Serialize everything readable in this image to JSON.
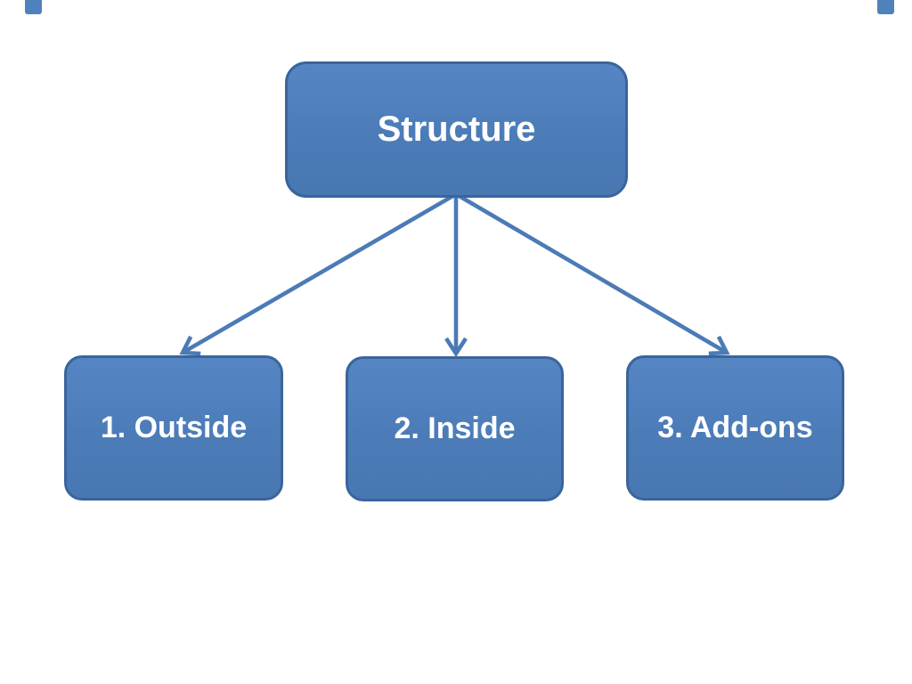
{
  "diagram": {
    "type": "tree",
    "root": {
      "label": "Structure"
    },
    "children": [
      {
        "label": "1. Outside"
      },
      {
        "label": "2. Inside"
      },
      {
        "label": "3. Add-ons"
      }
    ],
    "connections": [
      {
        "from": "Structure",
        "to": "1. Outside",
        "style": "arrow"
      },
      {
        "from": "Structure",
        "to": "2. Inside",
        "style": "arrow"
      },
      {
        "from": "Structure",
        "to": "3. Add-ons",
        "style": "arrow"
      }
    ],
    "colors": {
      "background": "#FFFFFF",
      "node_fill": "#4E7FBD",
      "node_border": "#3A659B",
      "arrow": "#4B7BB7",
      "node_text": "#FFFFFF",
      "corner_accent": "#4F81BD"
    }
  }
}
